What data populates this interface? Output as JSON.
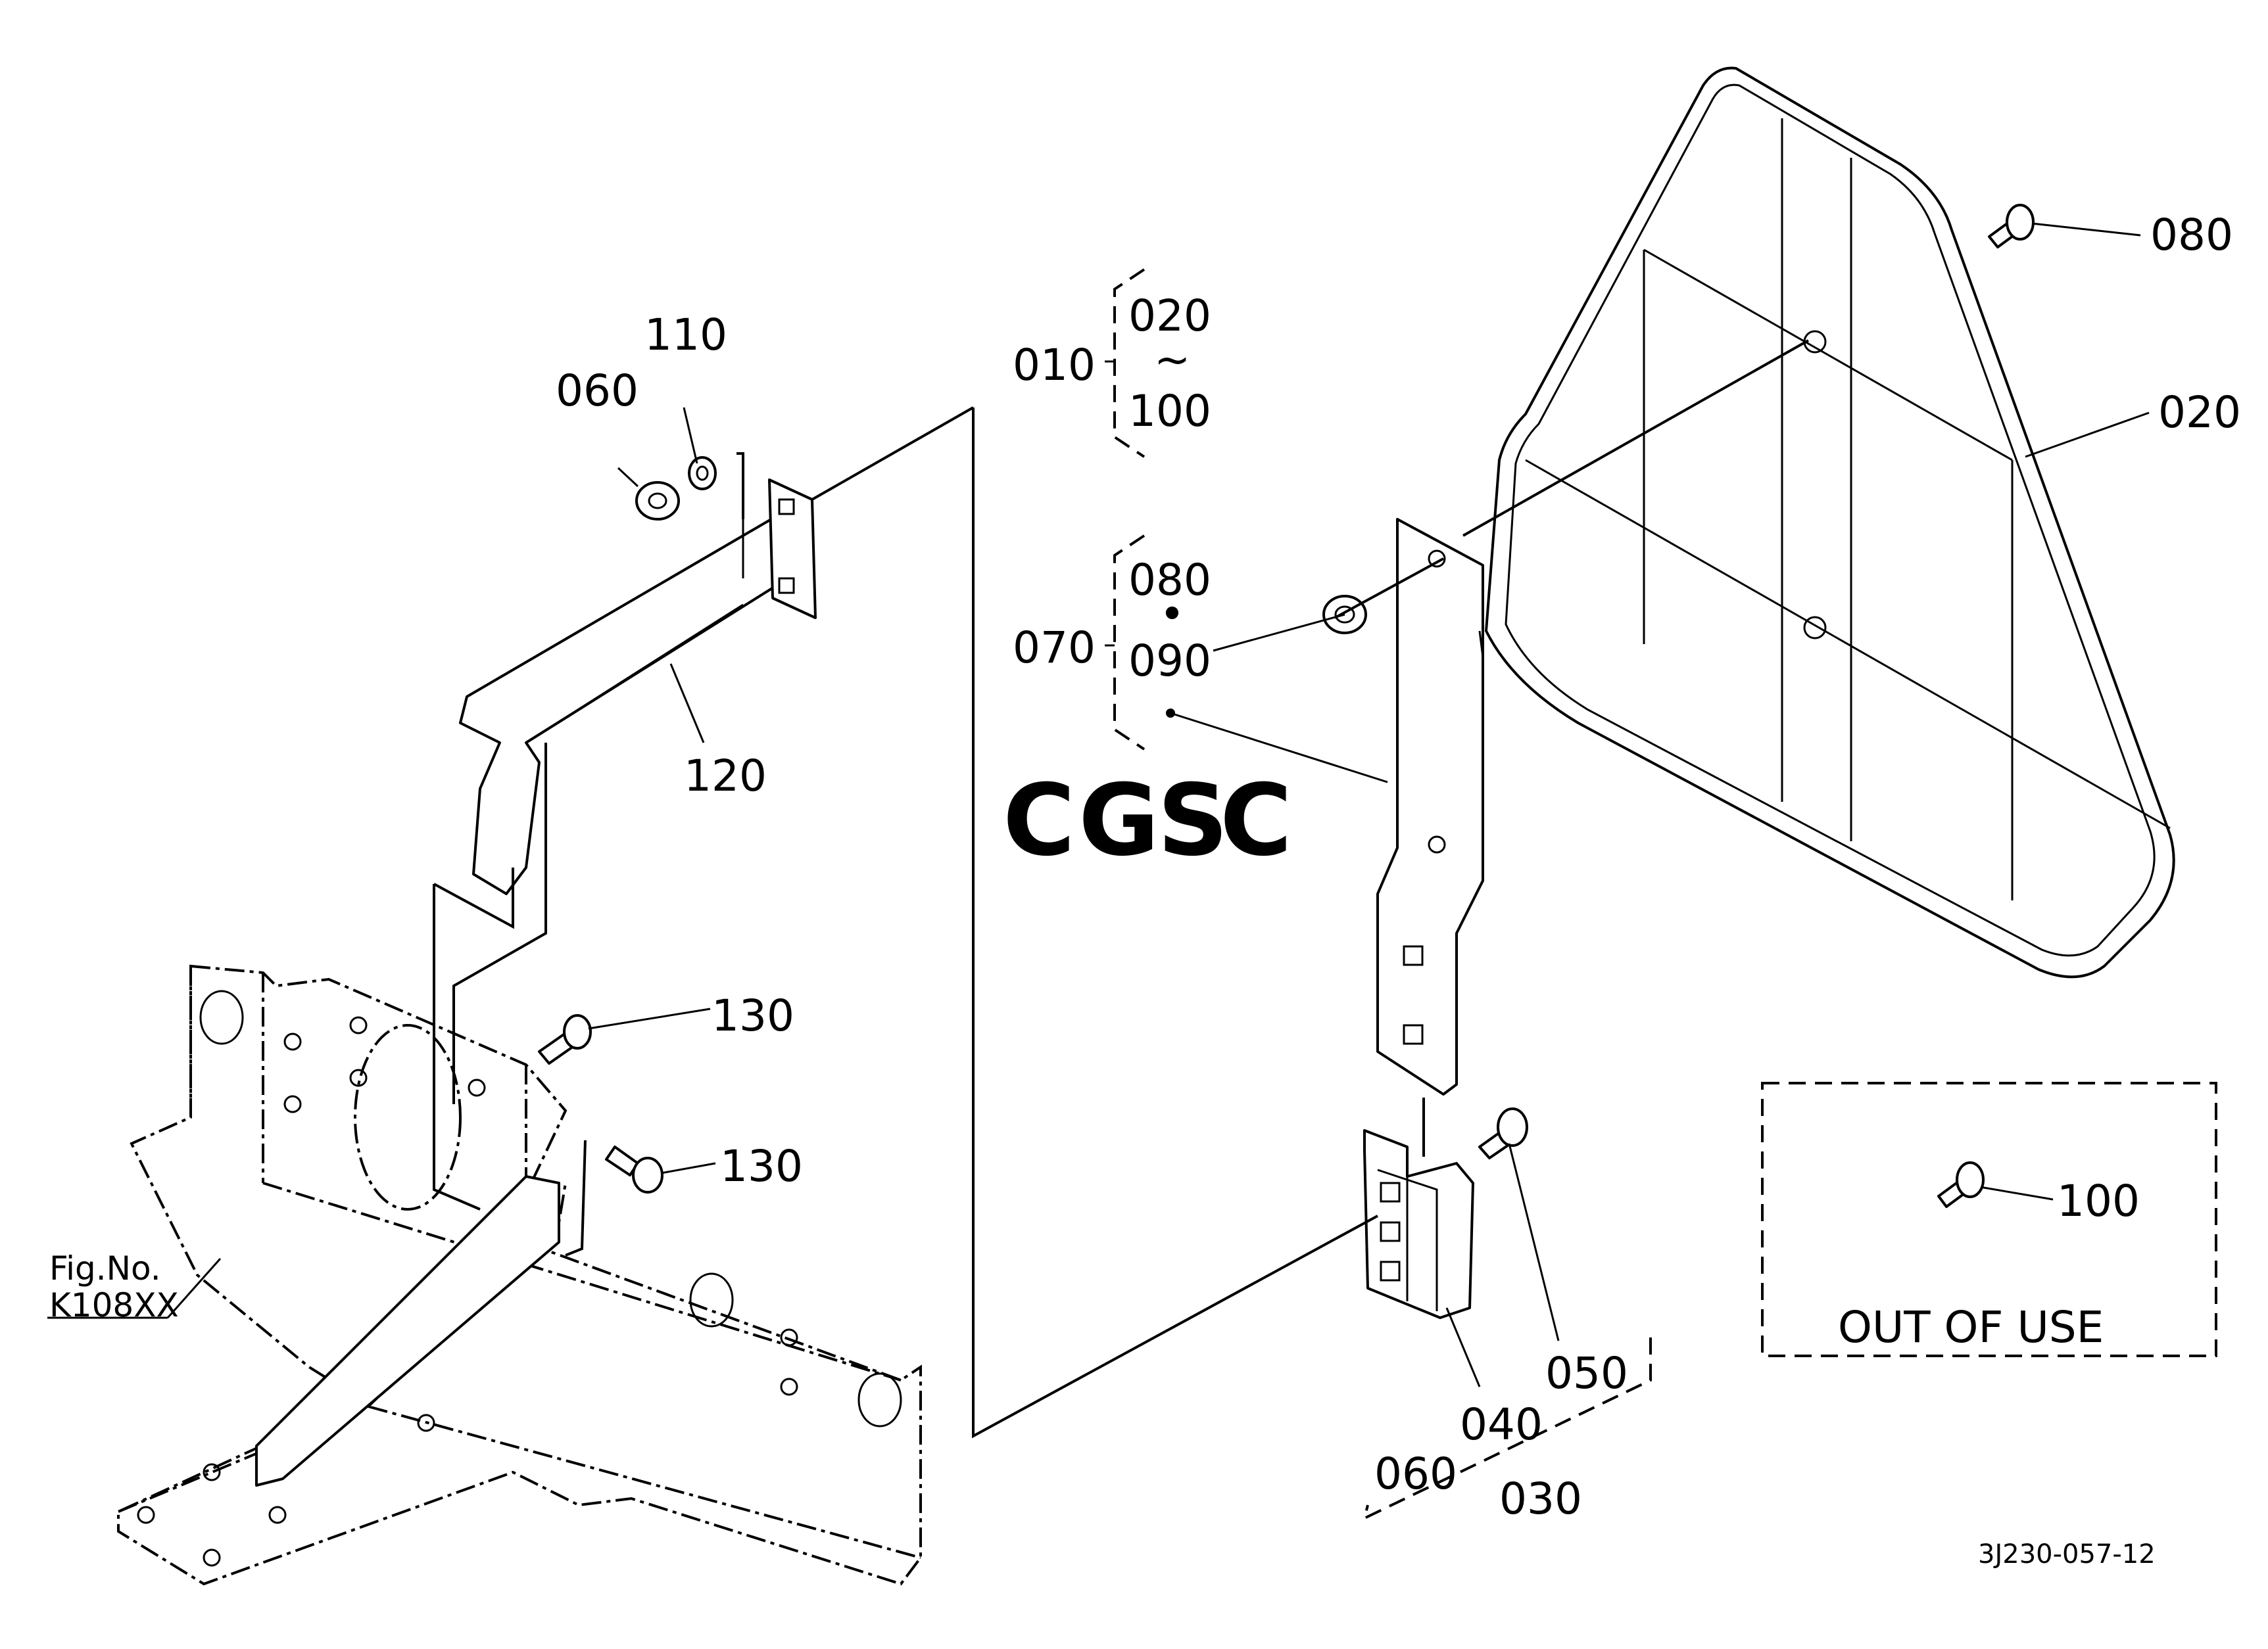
{
  "diagram": {
    "callouts": {
      "c010": "010",
      "c020_top": "020",
      "tilde": "~",
      "c100_range": "100",
      "c070": "070",
      "c080_range": "080",
      "dot": "•",
      "c090": "090",
      "c060_left": "060",
      "c110": "110",
      "c120": "120",
      "c130_a": "130",
      "c130_b": "130",
      "c080_right": "080",
      "c020_right": "020",
      "c050": "050",
      "c040": "040",
      "c060_bottom": "060",
      "c030": "030",
      "c100_box": "100"
    },
    "fig_ref": {
      "line1": "Fig.No.",
      "line2": "K108XX"
    },
    "out_of_use": "OUT  OF  USE",
    "drawing_number": "3J230-057-12",
    "watermark": {
      "letters": [
        "C",
        "G",
        "S",
        "C"
      ],
      "colors": [
        "#4f8ff5",
        "#ef8a84",
        "#f5cf4f",
        "#62b389"
      ]
    }
  }
}
